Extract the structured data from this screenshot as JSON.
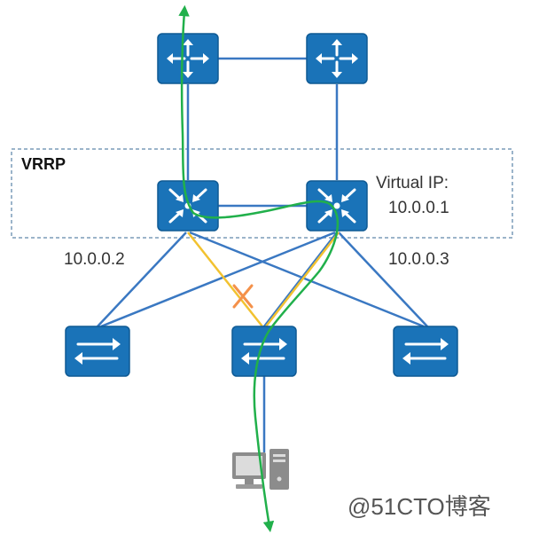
{
  "vrrp": {
    "group_label": "VRRP",
    "virtual_ip_label": "Virtual IP:",
    "virtual_ip_value": "10.0.0.1"
  },
  "routers": {
    "left_ip": "10.0.0.2",
    "right_ip": "10.0.0.3"
  },
  "watermark": "@51CTO博客",
  "colors": {
    "device_fill": "#1a73b8",
    "link": "#3a78c2",
    "primary_path": "#21b04b",
    "failed_path": "#f2c230",
    "failure_mark": "#f4914a",
    "vrrp_box": "#7a9bb8",
    "host": "#8c8c8c"
  },
  "icons": [
    "core-router-icon",
    "vrrp-router-icon",
    "access-switch-icon",
    "host-pc-icon",
    "link-failure-icon"
  ]
}
